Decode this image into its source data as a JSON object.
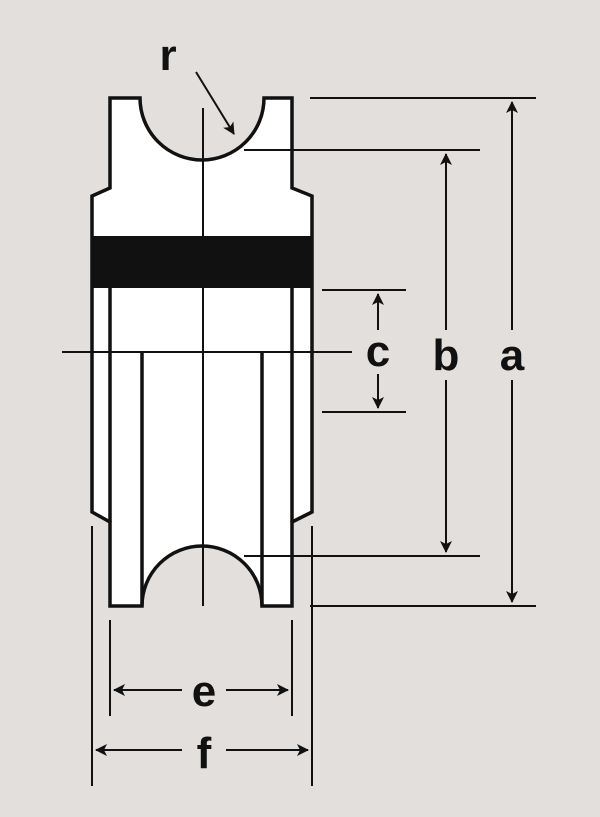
{
  "diagram": {
    "background_color": "#e3dfdc",
    "ink_color": "#111111",
    "labels": {
      "r": "r",
      "a": "a",
      "b": "b",
      "c": "c",
      "e": "e",
      "f": "f"
    }
  }
}
